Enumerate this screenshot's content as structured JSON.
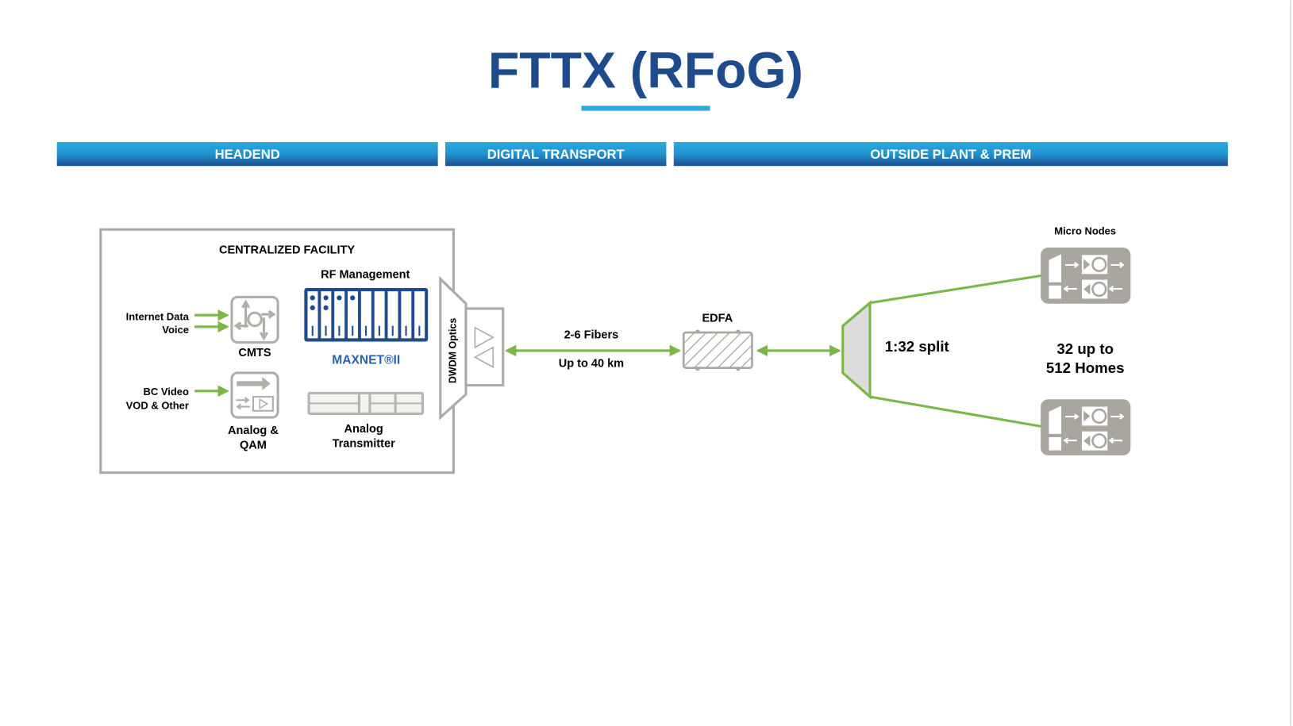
{
  "title": "FTTX (RFoG)",
  "sections": [
    "HEADEND",
    "DIGITAL TRANSPORT",
    "OUTSIDE PLANT & PREM"
  ],
  "facility": {
    "title": "CENTRALIZED FACILITY",
    "rf_management": "RF Management",
    "inputs_top": [
      "Internet Data",
      "Voice"
    ],
    "inputs_bottom": [
      "BC Video",
      "VOD & Other"
    ],
    "cmts_label": "CMTS",
    "analog_qam_label": [
      "Analog &",
      "QAM"
    ],
    "maxnet_logo": "MAXNET®II",
    "analog_tx_label": [
      "Analog",
      "Transmitter"
    ],
    "dwdm_label": "DWDM Optics"
  },
  "transport": {
    "fibers": "2-6 Fibers",
    "distance": "Up to 40 km",
    "edfa": "EDFA"
  },
  "outside": {
    "split": "1:32 split",
    "micro_nodes": "Micro Nodes",
    "homes": [
      "32 up to",
      "512 Homes"
    ]
  },
  "colors": {
    "title": "#1f4a8c",
    "accent": "#2fa9e0",
    "fiber": "#7ab648",
    "device_gray": "#a8a69f",
    "maxnet_blue": "#1f4a8c"
  }
}
